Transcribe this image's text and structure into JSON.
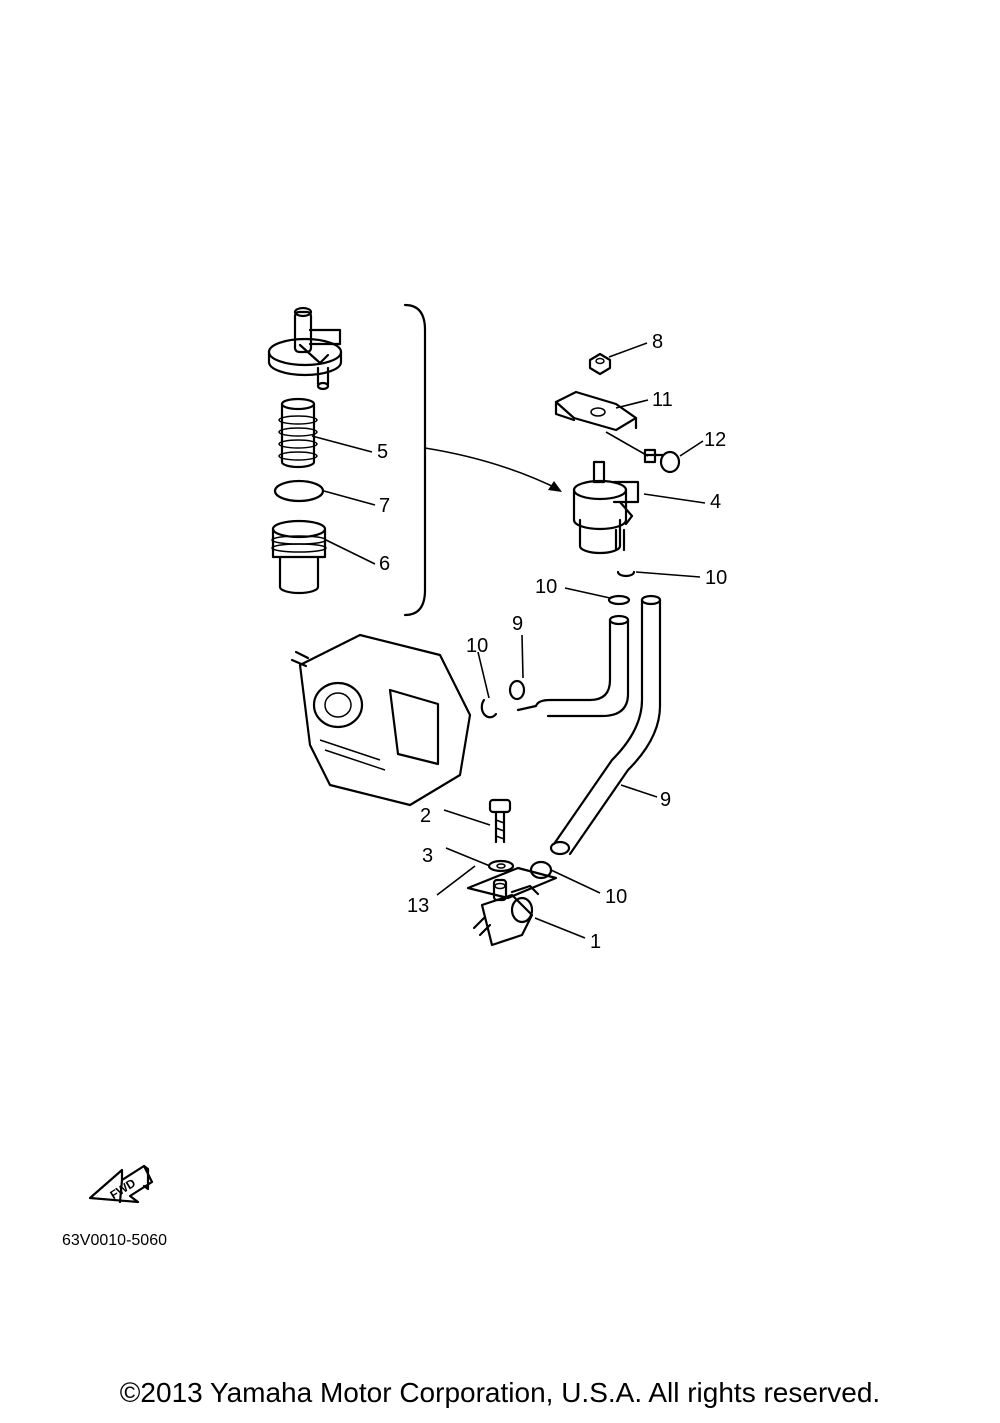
{
  "diagram": {
    "callouts": [
      "8",
      "11",
      "12",
      "4",
      "5",
      "7",
      "6",
      "10",
      "10",
      "9",
      "10",
      "9",
      "2",
      "3",
      "13",
      "10",
      "1"
    ],
    "fwd_label": "FWD"
  },
  "footer": {
    "part_code": "63V0010-5060",
    "copyright": "©2013 Yamaha Motor Corporation, U.S.A. All rights reserved."
  }
}
